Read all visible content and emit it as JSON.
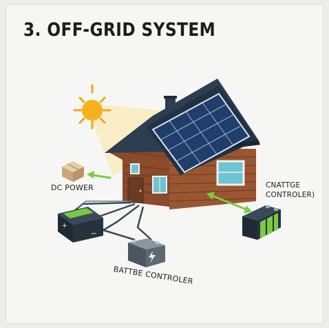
{
  "title": "3. OFF-GRID SYSTEM",
  "labels": {
    "dc_power": "DC POWER",
    "charge_controller": "CNATTGE CONTROLER)",
    "battery_controller": "BATTBE CONTROLER"
  },
  "icons": [
    "sun-icon",
    "dc-power-box-icon",
    "house-icon",
    "solar-panel-icon",
    "battery-bank-icon",
    "charge-controller-icon",
    "battery-controller-icon"
  ],
  "colors": {
    "background": "#f6f6f4",
    "sun": "#f7b21b",
    "roof": "#2c3e50",
    "solar_panel": "#1f3e6c",
    "log_wall": "#8a4a2b",
    "battery_dark": "#26323d",
    "battery_cell": "#7cc943",
    "arrow": "#7cc943",
    "wire": "#3a4a57"
  }
}
